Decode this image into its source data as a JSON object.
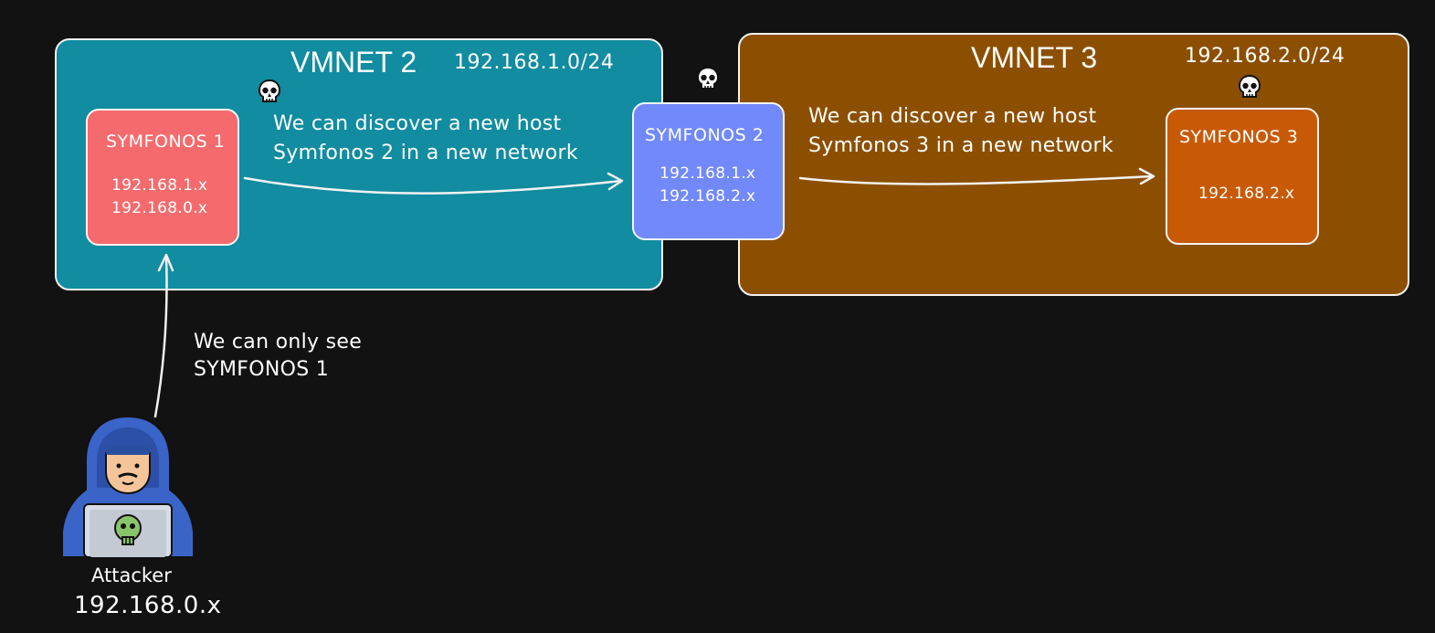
{
  "networks": [
    {
      "title": "VMNET 2",
      "subnet": "192.168.1.0/24",
      "color": "#118ca0"
    },
    {
      "title": "VMNET 3",
      "subnet": "192.168.2.0/24",
      "color": "#8c4f00"
    }
  ],
  "hosts": [
    {
      "name": "SYMFONOS 1",
      "ips": [
        "192.168.1.x",
        "192.168.0.x"
      ],
      "color": "#f56b6d"
    },
    {
      "name": "SYMFONOS 2",
      "ips": [
        "192.168.1.x",
        "192.168.2.x"
      ],
      "color": "#7289fb"
    },
    {
      "name": "SYMFONOS 3",
      "ips": [
        "192.168.2.x"
      ],
      "color": "#c85a06"
    }
  ],
  "notes": {
    "discover_s2": [
      "We can discover a new host",
      "Symfonos 2 in a new network"
    ],
    "discover_s3": [
      "We can discover a new host",
      "Symfonos 3 in a new network"
    ],
    "only_see": [
      "We can only see",
      "SYMFONOS 1"
    ]
  },
  "attacker": {
    "label": "Attacker",
    "ip": "192.168.0.x"
  },
  "icons": [
    "skull-icon",
    "hacker-icon",
    "arrow-icon"
  ]
}
